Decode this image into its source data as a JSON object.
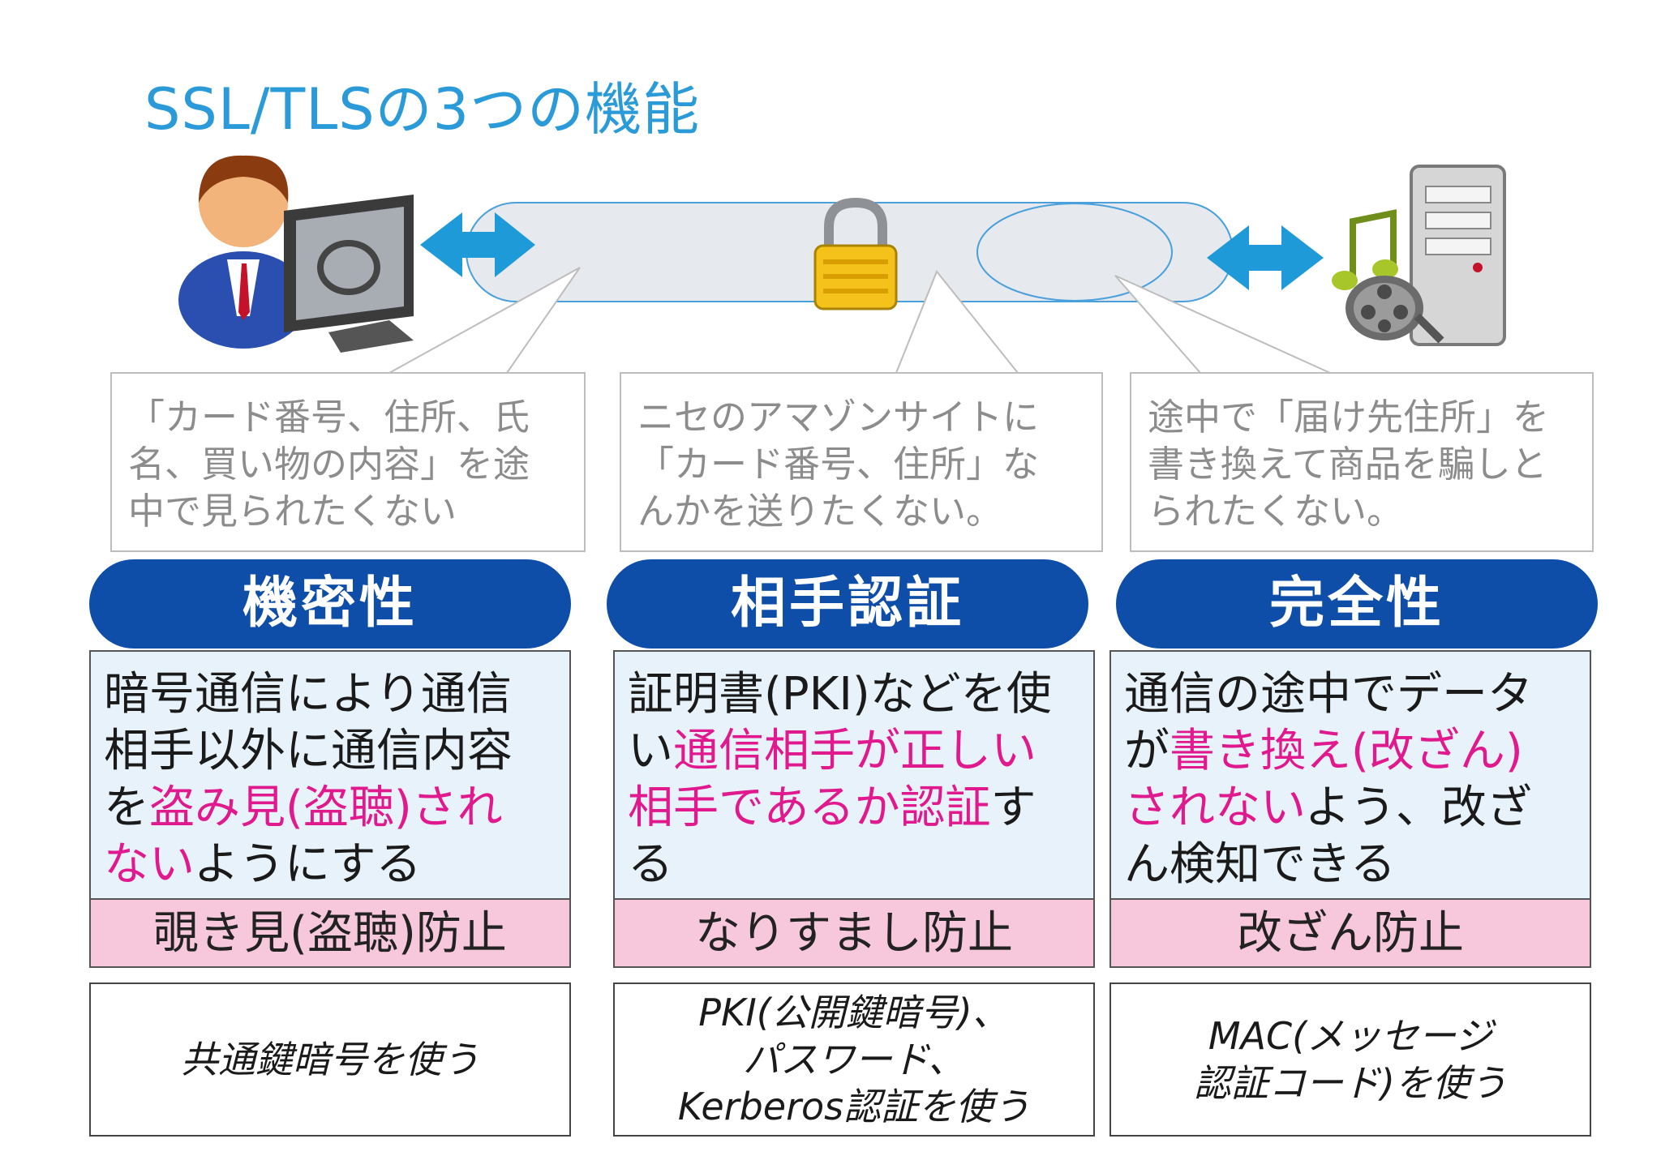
{
  "title": "SSL/TLSの3つの機能",
  "colors": {
    "title": "#2a9ad8",
    "pill": "#0e4ea8",
    "desc_bg": "#e8f2fa",
    "highlight": "#e0198f",
    "prevent_bg": "#f7c8dc",
    "arrow": "#1f9ad8"
  },
  "icons": [
    "user-at-computer-icon",
    "double-arrow-icon",
    "padlock-icon",
    "server-icon",
    "music-note-icon",
    "film-reel-icon"
  ],
  "columns": [
    {
      "bubble": "「カード番号、住所、氏\n名、買い物の内容」を途\n中で見られたくない",
      "label": "機密性",
      "desc": [
        {
          "t": "暗号通信により通信",
          "h": false
        },
        {
          "t": "相手以外に通信内容",
          "h": false
        },
        {
          "t": "を",
          "h": false
        },
        {
          "t": "盗み見(盗聴)され",
          "h": true
        },
        {
          "t": "ない",
          "h": true
        },
        {
          "t": "ようにする",
          "h": false
        }
      ],
      "desc_lines": [
        [
          "暗号通信により通信"
        ],
        [
          "相手以外に通信内容"
        ],
        [
          "を",
          "盗み見(盗聴)され"
        ],
        [
          "ない",
          "ようにする"
        ]
      ],
      "prevent": "覗き見(盗聴)防止",
      "method": "共通鍵暗号を使う"
    },
    {
      "bubble": "ニセのアマゾンサイトに\n「カード番号、住所」な\nんかを送りたくない。",
      "label": "相手認証",
      "desc_lines": [
        [
          "証明書(PKI)などを使"
        ],
        [
          "い",
          "通信相手が正しい"
        ],
        [
          "相手であるか認証",
          "す"
        ],
        [
          "る"
        ]
      ],
      "prevent": "なりすまし防止",
      "method": "PKI(公開鍵暗号)、\nパスワード、\nKerberos認証を使う"
    },
    {
      "bubble": "途中で「届け先住所」を\n書き換えて商品を騙しと\nられたくない。",
      "label": "完全性",
      "desc_lines": [
        [
          "通信の途中でデータ"
        ],
        [
          "が",
          "書き換え(改ざん)"
        ],
        [
          "されない",
          "よう、改ざ"
        ],
        [
          "ん検知できる"
        ]
      ],
      "prevent": "改ざん防止",
      "method": "MAC(メッセージ\n認証コード)を使う"
    }
  ]
}
